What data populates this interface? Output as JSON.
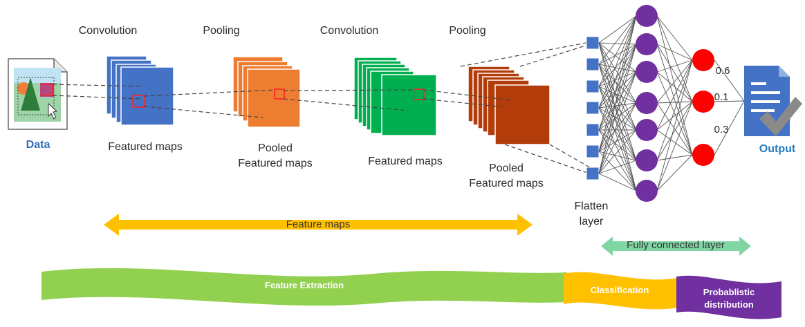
{
  "stages": {
    "conv1": "Convolution",
    "pool1": "Pooling",
    "conv2": "Convolution",
    "pool2": "Pooling"
  },
  "labels": {
    "data": "Data",
    "featured_maps_1": "Featured maps",
    "pooled_1_line1": "Pooled",
    "pooled_1_line2": "Featured maps",
    "featured_maps_2": "Featured maps",
    "pooled_2_line1": "Pooled",
    "pooled_2_line2": "Featured maps",
    "flatten_line1": "Flatten",
    "flatten_line2": "layer",
    "output": "Output"
  },
  "outputs": [
    "0.6",
    "0.1",
    "0.3"
  ],
  "ranges": {
    "feature_maps": "Feature maps",
    "fully_connected": "Fully connected layer"
  },
  "banners": {
    "feature_extraction": "Feature Extraction",
    "classification": "Classification",
    "prob_line1": "Probablistic",
    "prob_line2": "distribution"
  },
  "colors": {
    "conv1": "#4472c4",
    "pool1": "#ed7d31",
    "conv2": "#00b050",
    "pool2": "#b23c0a",
    "flatten": "#4472c4",
    "hidden_node": "#7030a0",
    "output_node": "#ff0000",
    "feature_maps_arrow": "#ffc000",
    "fc_arrow": "#7fd6a3",
    "feature_extraction": "#92d050",
    "classification": "#ffc000",
    "prob_distribution": "#7030a0"
  }
}
